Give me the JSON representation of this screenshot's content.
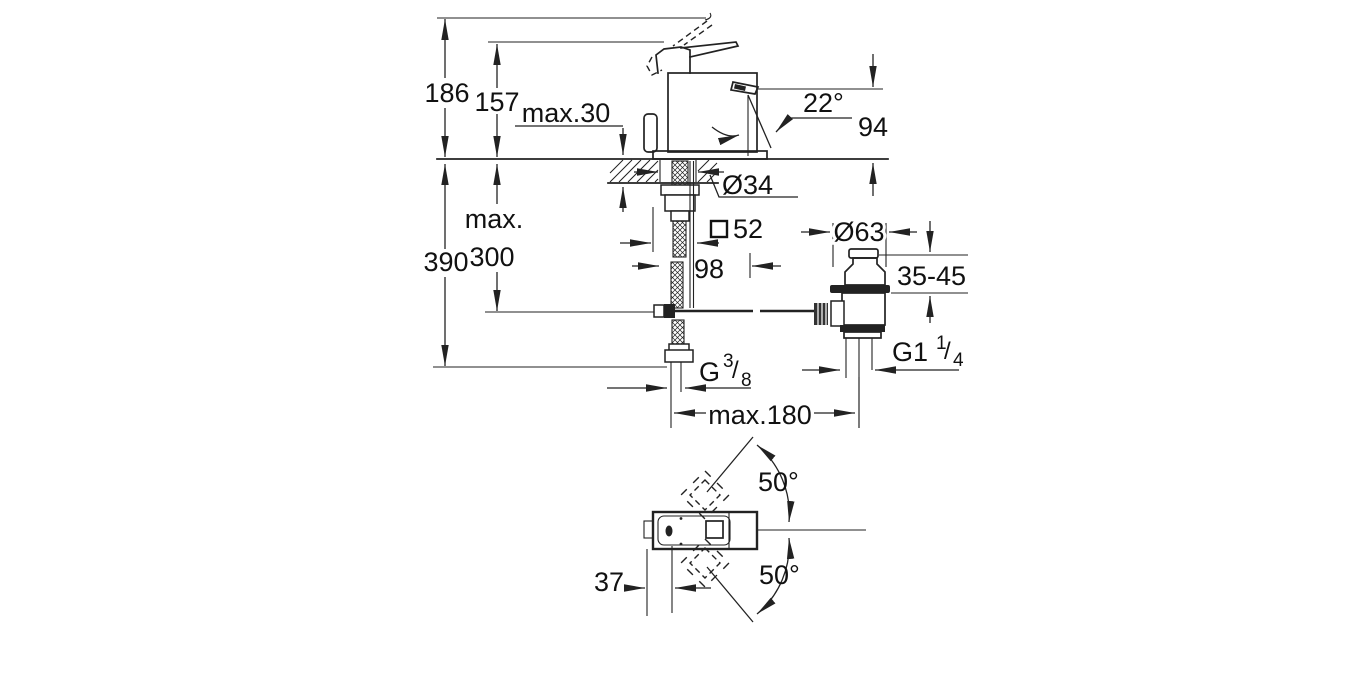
{
  "figure": {
    "type": "technical-dimension-drawing",
    "subject": "single-lever basin mixer with pop-up waste, side elevation and plan view",
    "background_color": "#ffffff",
    "line_color": "#222222",
    "text_color": "#111111",
    "labels": {
      "total_height": "186",
      "height_to_spout_body": "157",
      "deck_thickness_max": "max.30",
      "under_deck_max_word": "max.",
      "under_deck_max_value": "300",
      "overall_depth": "390",
      "aerator_angle": "22°",
      "spout_outlet_height": "94",
      "mounting_hole_diameter": "Ø34",
      "body_square_value": "52",
      "spout_projection": "98",
      "waste_flange_diameter": "Ø63",
      "waste_deck_thickness_range": "35-45",
      "waste_thread_base": "G1",
      "waste_thread_numerator": "1",
      "waste_thread_slash": "/",
      "waste_thread_denominator": "4",
      "supply_thread_base": "G",
      "supply_thread_numerator": "3",
      "supply_thread_slash": "/",
      "supply_thread_denominator": "8",
      "rod_to_waste_distance": "max.180",
      "handle_swing_upper": "50°",
      "handle_swing_lower": "50°",
      "spout_offset": "37"
    }
  }
}
